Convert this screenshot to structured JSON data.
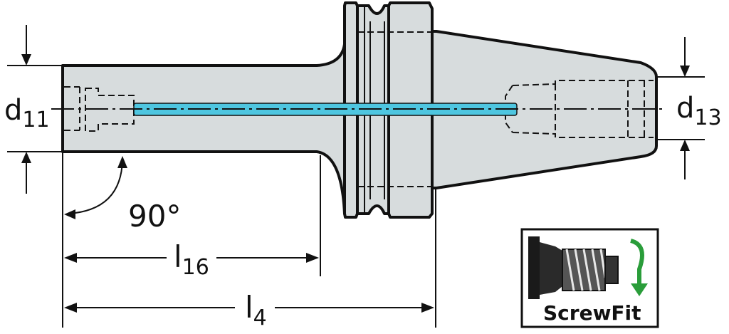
{
  "dimensions": {
    "d11": {
      "base": "d",
      "sub": "11"
    },
    "d13": {
      "base": "d",
      "sub": "13"
    },
    "l16": {
      "base": "l",
      "sub": "16"
    },
    "l4": {
      "base": "l",
      "sub": "4"
    },
    "angle": "90°"
  },
  "logo": {
    "text": "ScrewFit",
    "arrow_color": "#2a9d3a"
  },
  "colors": {
    "body_fill": "#d7dcdd",
    "coolant": "#4ec6e0"
  }
}
